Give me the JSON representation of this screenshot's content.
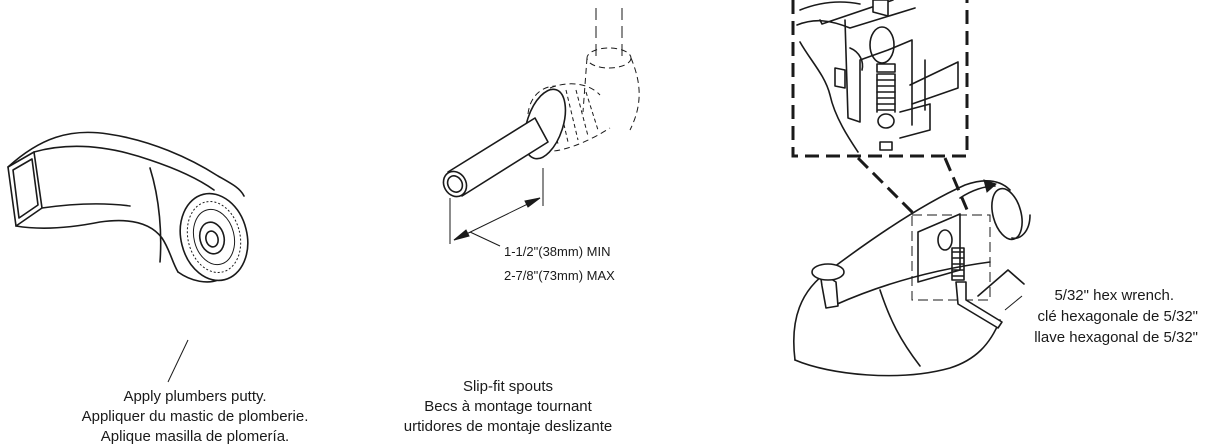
{
  "putty_caption": {
    "line1": "Apply plumbers putty.",
    "line2": "Appliquer du mastic de plomberie.",
    "line3": "Aplique masilla de plomería."
  },
  "dimension": {
    "min_label": "1-1/2\"(38mm) MIN",
    "max_label": "2-7/8\"(73mm) MAX"
  },
  "slipfit_caption": {
    "line1": "Slip-fit spouts",
    "line2": "Becs à montage tournant",
    "line3": "urtidores de montaje deslizante"
  },
  "wrench_caption": {
    "line1": "5/32\" hex wrench.",
    "line2": "clé hexagonale de 5/32\"",
    "line3": "llave hexagonal de 5/32\""
  }
}
